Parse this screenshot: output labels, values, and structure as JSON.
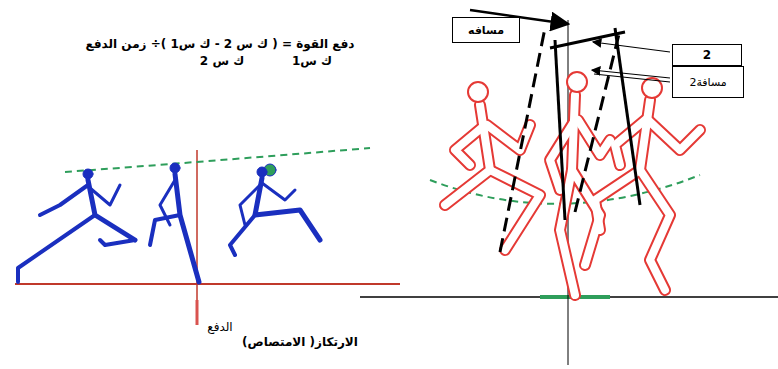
{
  "diagram": {
    "nodes": [
      {
        "text": [
          "مسافه"
        ]
      },
      {
        "text": [
          "2"
        ]
      },
      {
        "text": [
          "مسافة2"
        ]
      }
    ],
    "labels": [
      "دفع القوة = ( ك س 2  -  ك س1 )÷ زمن الدفع",
      "ك س 2",
      "ك س1",
      "الدفع",
      "الارتكاز( الامتصاص)"
    ]
  }
}
